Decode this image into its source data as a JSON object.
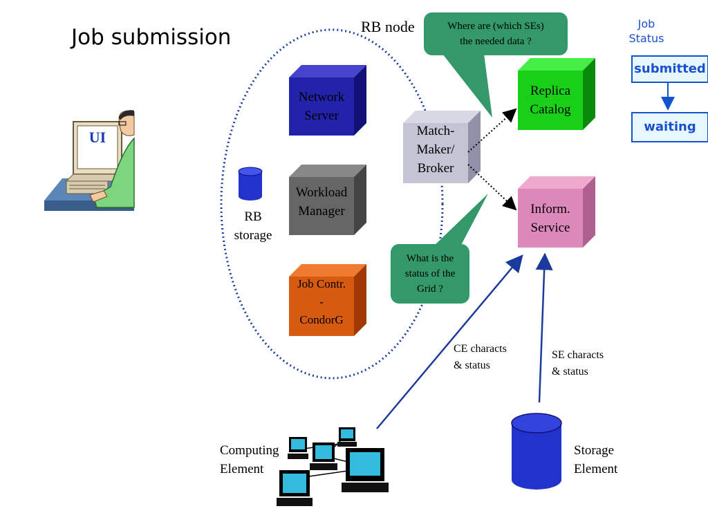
{
  "title": "Job submission",
  "rb_node_label": "RB node",
  "ui_label": "UI",
  "components": {
    "network_server": [
      "Network",
      "Server"
    ],
    "workload_manager": [
      "Workload",
      "Manager"
    ],
    "job_controller": [
      "Job Contr.",
      "-",
      "CondorG"
    ],
    "matchmaker": [
      "Match-",
      "Maker/",
      "Broker"
    ],
    "replica_catalog": [
      "Replica",
      "Catalog"
    ],
    "inform_service": [
      "Inform.",
      "Service"
    ]
  },
  "rb_storage": [
    "RB",
    "storage"
  ],
  "callouts": {
    "where_data": [
      "Where are (which SEs)",
      "the needed data ?"
    ],
    "grid_status": [
      "What is the",
      "status of the",
      "Grid ?"
    ]
  },
  "edge_labels": {
    "ce": [
      "CE characts",
      "& status"
    ],
    "se": [
      "SE characts",
      "& status"
    ]
  },
  "computing_element": [
    "Computing",
    "Element"
  ],
  "storage_element": [
    "Storage",
    "Element"
  ],
  "job_status": {
    "heading": [
      "Job",
      "Status"
    ],
    "states": [
      "submitted",
      "waiting"
    ]
  },
  "colors": {
    "network_server": "#2222aa",
    "workload_manager": "#666666",
    "job_controller": "#d65a10",
    "matchmaker": "#c4c4d4",
    "replica_catalog": "#18d018",
    "inform_service": "#dd88bb",
    "callout": "#33996a",
    "arrow": "#1a3a9c",
    "status_text": "#1a4fd1"
  }
}
